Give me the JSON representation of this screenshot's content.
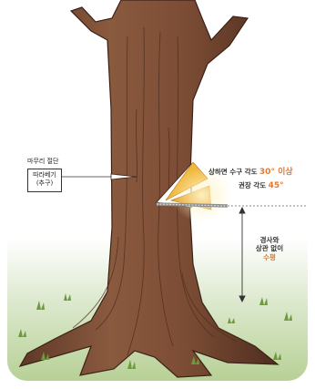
{
  "labels": {
    "final_cut": "마무리 절단",
    "back_cut_line1": "따라베기",
    "back_cut_line2": "(추구)",
    "notch_angle_text": "상하면 수구 각도",
    "notch_angle_value": "30° 이상",
    "recommended_text": "권장 각도",
    "recommended_value": "45°",
    "slope_line1": "경사와",
    "slope_line2": "상관 없이",
    "slope_line3": "수평"
  },
  "colors": {
    "accent": "#e8792a",
    "bark": "#7a4a33",
    "notch_wedge": "#f0b73a",
    "grass": "#7aa84c"
  }
}
